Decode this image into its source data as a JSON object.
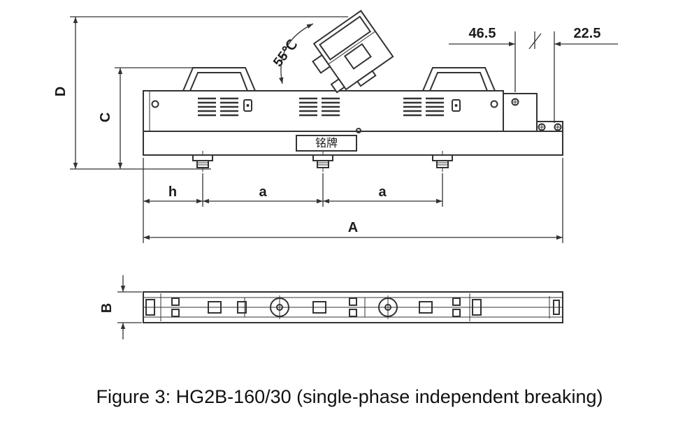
{
  "figure": {
    "caption": "Figure 3: HG2B-160/30 (single-phase independent breaking)"
  },
  "front_view": {
    "nameplate": "铭牌",
    "angle_label": "55℃"
  },
  "dim": {
    "D": "D",
    "C": "C",
    "h": "h",
    "a_left": "a",
    "a_right": "a",
    "A": "A",
    "B": "B",
    "d_46": "46.5",
    "d_22": "22.5"
  },
  "colors": {
    "line": "#333333",
    "background": "#ffffff"
  }
}
